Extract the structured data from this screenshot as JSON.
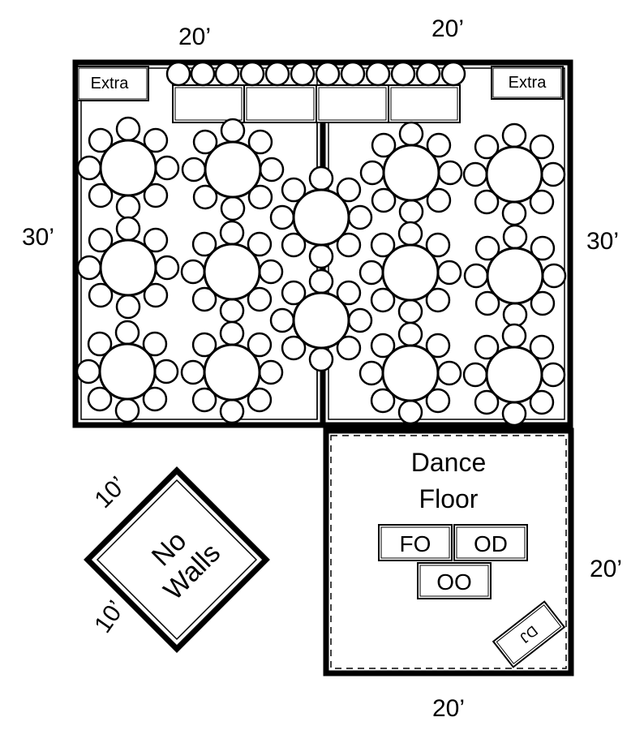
{
  "dimensions": {
    "tent_left_width": "20’",
    "tent_right_width": "20’",
    "tent_left_depth": "30’",
    "tent_right_depth": "30’",
    "dance_depth": "20’",
    "dance_width": "20’",
    "nowalls_side_a": "10’",
    "nowalls_side_b": "10’"
  },
  "labels": {
    "extra_left": "Extra",
    "extra_right": "Extra",
    "dance_line1": "Dance",
    "dance_line2": "Floor",
    "head_table_fo": "FO",
    "head_table_od": "OD",
    "head_table_oo": "OO",
    "dj": "DJ",
    "no_walls_line1": "No",
    "no_walls_line2": "Walls"
  },
  "round_table_count": 14,
  "colors": {
    "line": "#000000",
    "background": "#ffffff"
  }
}
